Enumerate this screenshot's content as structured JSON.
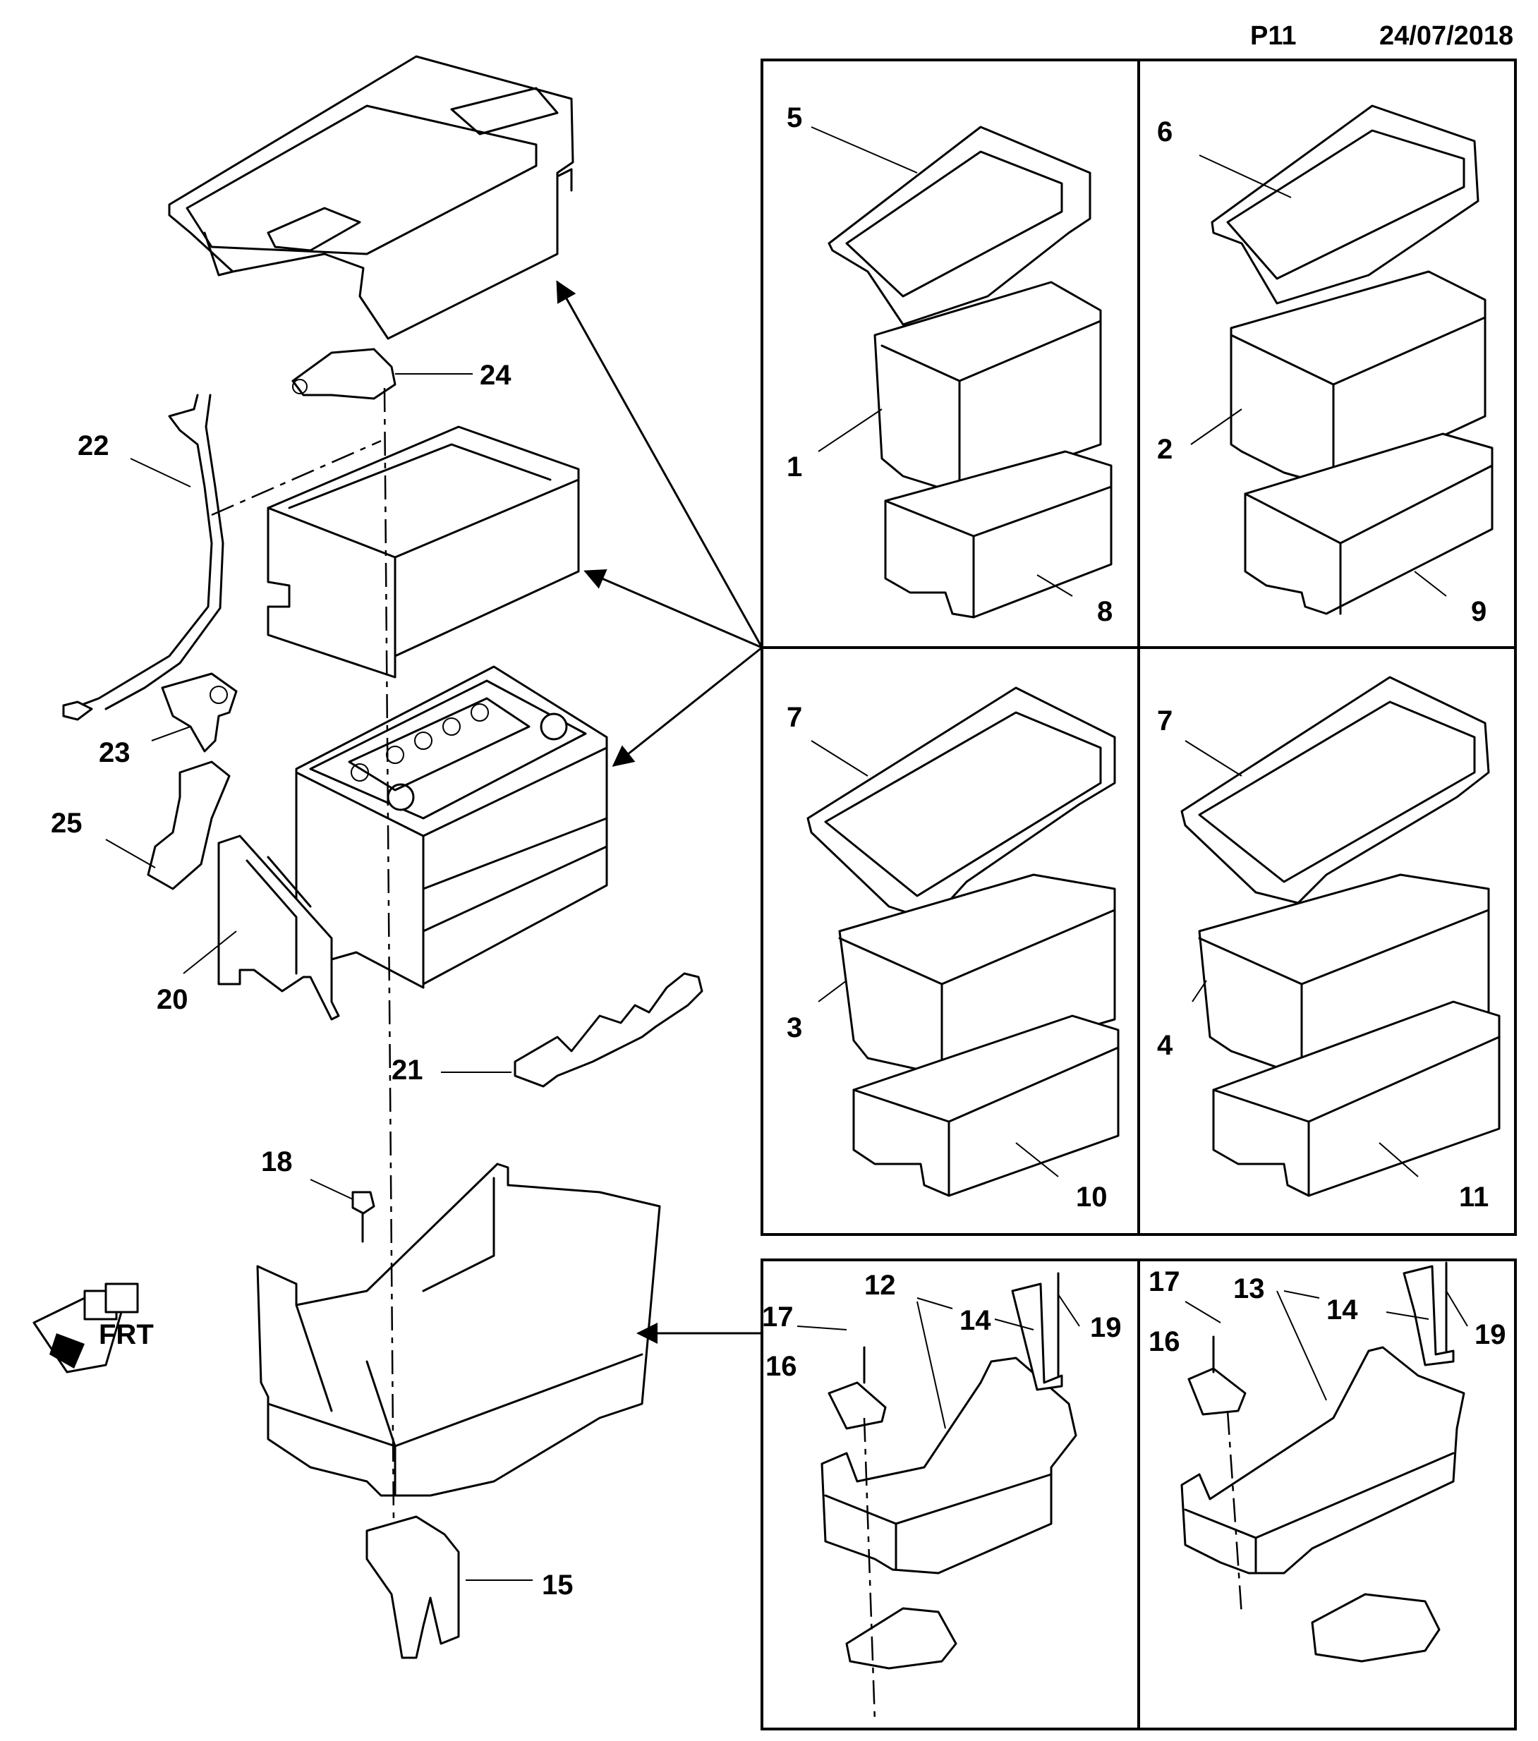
{
  "header": {
    "page_code": "P11",
    "date": "24/07/2018"
  },
  "callouts": [
    "1",
    "2",
    "3",
    "4",
    "5",
    "6",
    "7",
    "7",
    "8",
    "9",
    "10",
    "11",
    "12",
    "13",
    "14",
    "14",
    "15",
    "16",
    "16",
    "17",
    "17",
    "18",
    "19",
    "19",
    "20",
    "21",
    "22",
    "23",
    "24",
    "25"
  ],
  "badges": {
    "front": "FRT"
  }
}
